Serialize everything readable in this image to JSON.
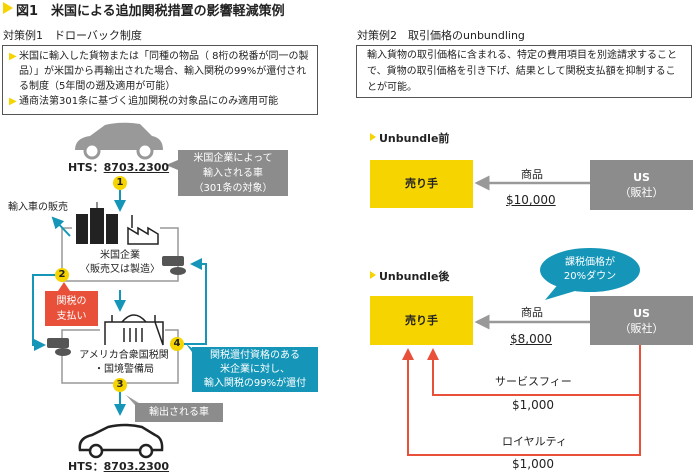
{
  "title": "図1　米国による追加関税措置の影響軽減策例",
  "case1": {
    "heading": "対策例1　ドローバック制度",
    "bullets": [
      "米国に輸入した貨物または「同種の物品（ 8桁の税番が同一の製品）」が米国から再輸出された場合、輸入関税の99%が還付される制度（5年間の遡及適用が可能）",
      "通商法第301条に基づく追加関税の対象品にのみ適用可能"
    ],
    "hts_import": "HTS：",
    "hts_code": "8703.2300",
    "import_callout": [
      "米国企業によって",
      "輸入される車",
      "（301条の対象）"
    ],
    "sale_label": "輸入車の販売",
    "company": [
      "米国企業",
      "〈販売又は製造〉"
    ],
    "tax_payment": [
      "関税の",
      "支払い"
    ],
    "customs": [
      "アメリカ合衆国税関",
      "・国境警備局"
    ],
    "refund_callout": [
      "関税還付資格のある",
      "米企業に対し、",
      "輸入関税の99%が還付"
    ],
    "export_label": "輸出される車",
    "steps": [
      "1",
      "2",
      "3",
      "4"
    ]
  },
  "case2": {
    "heading": "対策例2　取引価格のunbundling",
    "description": "輸入貨物の取引価格に含まれる、特定の費用項目を別途請求することで、貨物の取引価格を引き下げ、結果として関税支払額を抑制することが可能。",
    "before": {
      "label": "Unbundle前",
      "seller": "売り手",
      "us": "US",
      "us_sub": "（販社）",
      "goods": "商品",
      "price": "$10,000"
    },
    "after": {
      "label": "Unbundle後",
      "seller": "売り手",
      "us": "US",
      "us_sub": "（販社）",
      "goods": "商品",
      "price": "$8,000",
      "bubble": [
        "課税価格が",
        "20%ダウン"
      ],
      "service_fee": "サービスフィー",
      "service_amount": "$1,000",
      "royalty": "ロイヤルティ",
      "royalty_amount": "$1,000"
    }
  },
  "colors": {
    "yellow": "#f5d400",
    "gray": "#8c8c8c",
    "blue": "#1596b8",
    "red": "#e8503a",
    "arrow_red": "#e8503a"
  }
}
